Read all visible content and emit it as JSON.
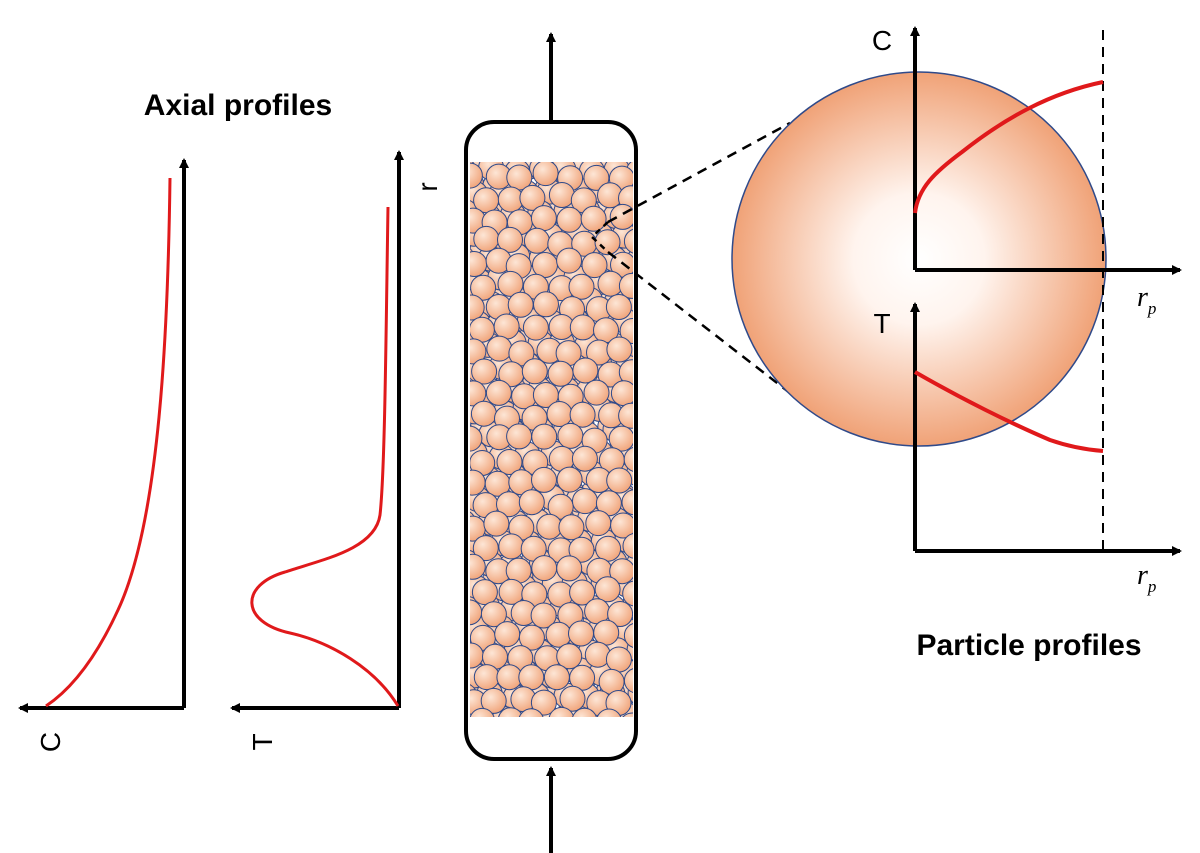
{
  "titles": {
    "axial": "Axial profiles",
    "particle": "Particle profiles"
  },
  "axial_axes": {
    "concentration_label": "C",
    "temperature_label": "T",
    "length_label": "r"
  },
  "particle_axes": {
    "concentration_label": "C",
    "temperature_label": "T",
    "radius_label": "r",
    "radius_subscript": "p"
  },
  "colors": {
    "profile_curve": "#e0191b",
    "particle_fill": "#f4a97e",
    "particle_edge": "#2f4a8a",
    "axis": "#000000"
  },
  "icons": {
    "flow_in": "up-arrow-icon",
    "flow_out": "up-arrow-icon",
    "zoom": "dashed-zoom-lines"
  }
}
